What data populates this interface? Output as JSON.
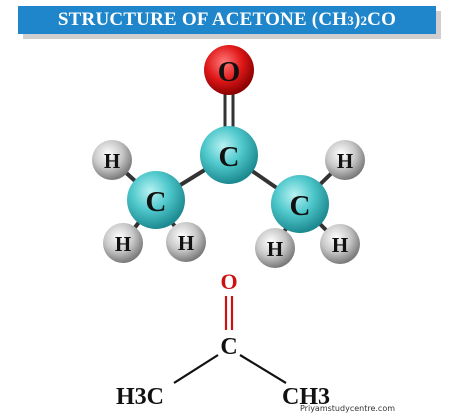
{
  "title": {
    "prefix": "STRUCTURE OF ACETONE (CH",
    "sub1": "3",
    "mid": ")",
    "sub2": "2",
    "suffix": "CO"
  },
  "atoms": {
    "oxygen": "O",
    "carbon": "C",
    "hydrogen": "H"
  },
  "formula": {
    "oxygen": "O",
    "carbon": "C",
    "left_group": "H3C",
    "right_group": "CH3"
  },
  "credit": "Priyamstudycentre.com",
  "colors": {
    "banner": "#1f86cc",
    "oxygen": "#e01818",
    "carbon": "#4fc8cc",
    "hydrogen": "#c8c8c8",
    "bond": "#333333",
    "formula_oxygen": "#cc1111"
  }
}
